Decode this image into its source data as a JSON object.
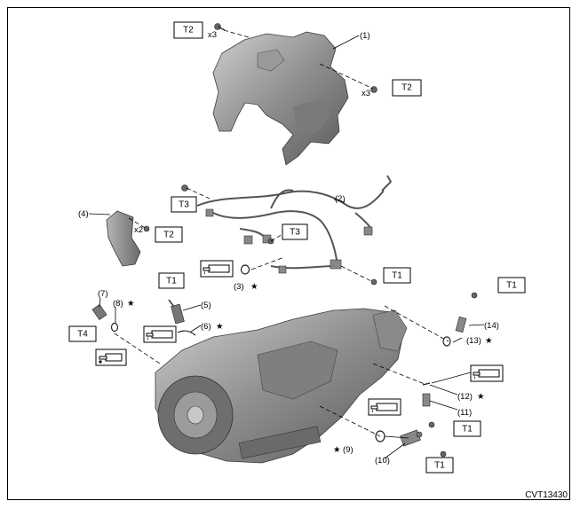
{
  "figure_code": "CVT13430",
  "callouts": {
    "c1": "(1)",
    "c2": "(2)",
    "c3": "(3)",
    "c4": "(4)",
    "c5": "(5)",
    "c6": "(6)",
    "c7": "(7)",
    "c8": "(8)",
    "c9": "(9)",
    "c10": "(10)",
    "c11": "(11)",
    "c12": "(12)",
    "c13": "(13)",
    "c14": "(14)"
  },
  "star": "★",
  "torque": {
    "t2_top": "T2",
    "t2_right": "T2",
    "t2_bracket": "T2",
    "t3_a": "T3",
    "t3_b": "T3",
    "t1_harness": "T1",
    "t1_sensor5": "T1",
    "t1_right": "T1",
    "t1_lower": "T1",
    "t1_bottom": "T1",
    "t4": "T4"
  },
  "qty": {
    "x3_top": "x3",
    "x3_right": "x3",
    "x2": "x2"
  },
  "icons": [
    "grease-gun-icon",
    "oil-can-icon"
  ]
}
